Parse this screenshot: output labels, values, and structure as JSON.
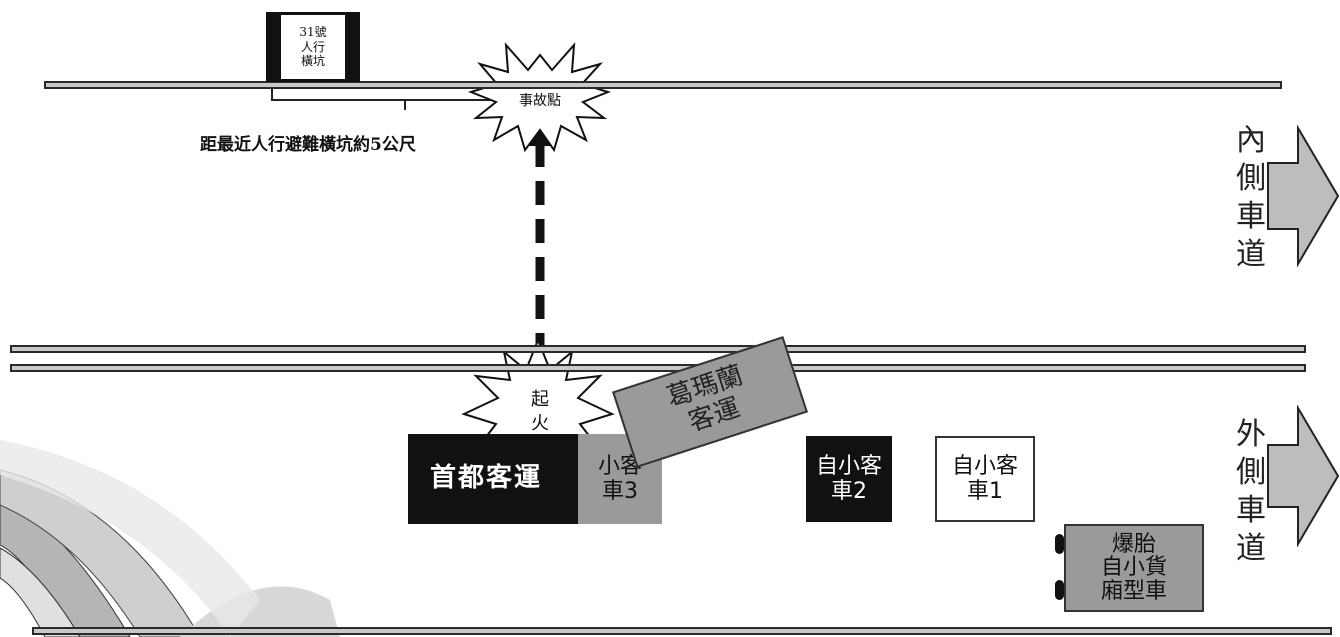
{
  "labels": {
    "cross_passage": [
      "31號",
      "人行",
      "橫坑"
    ],
    "distance_note": "距最近人行避難橫坑約5公尺",
    "accident_point": "事故點",
    "fire": [
      "起",
      "火"
    ],
    "inner_lane": [
      "內",
      "側",
      "車",
      "道"
    ],
    "outer_lane": [
      "外",
      "側",
      "車",
      "道"
    ]
  },
  "vehicles": {
    "capital_bus": "首都客運",
    "car3": [
      "小客",
      "車3"
    ],
    "kamalan_bus": [
      "葛瑪蘭",
      "客運"
    ],
    "car2": [
      "自小客",
      "車2"
    ],
    "car1": [
      "自小客",
      "車1"
    ],
    "van": [
      "爆胎",
      "自小貨",
      "廂型車"
    ]
  },
  "colors": {
    "road_fill": "#c8c8c8",
    "outline": "#2a2a2a",
    "dark_vehicle": "#111111",
    "gray_vehicle": "#9a9a9a",
    "arrow_fill": "#bdbdbd",
    "curve_fill": "#bcbcbc"
  }
}
